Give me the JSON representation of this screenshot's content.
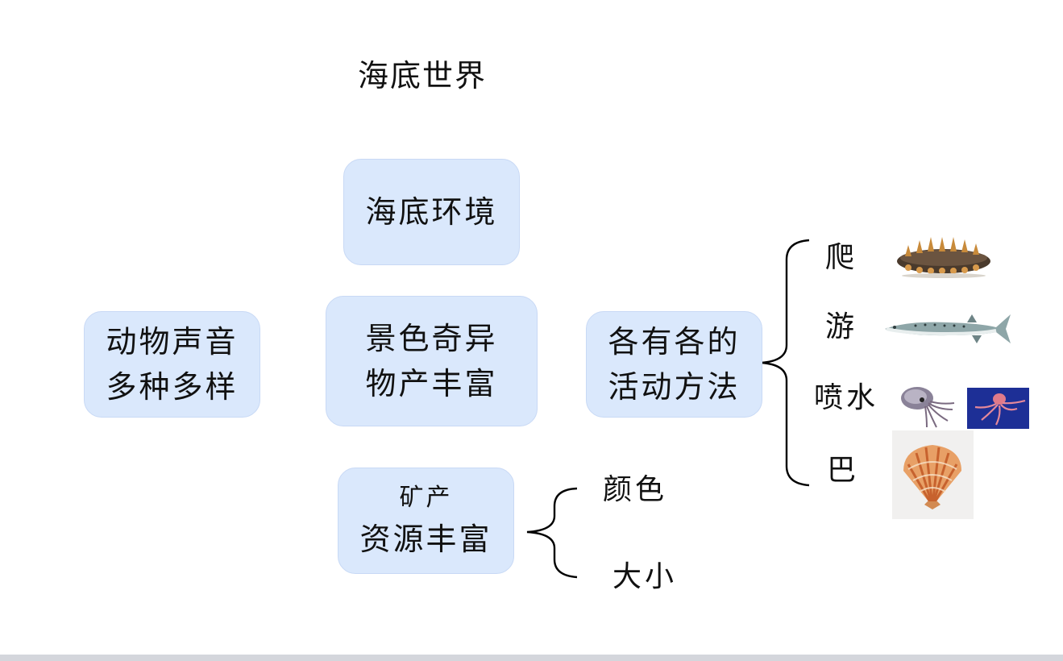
{
  "title": "海底世界",
  "nodes": {
    "environment": "海底环境",
    "center": [
      "景色奇异",
      "物产丰富"
    ],
    "sounds": [
      "动物声音",
      "多种多样"
    ],
    "activities": [
      "各有各的",
      "活动方法"
    ],
    "minerals": [
      "矿产",
      "资源丰富"
    ]
  },
  "activity_methods": [
    "爬",
    "游",
    "喷水",
    "巴"
  ],
  "mineral_traits": [
    "颜色",
    "大小"
  ],
  "images": [
    "sea-cucumber",
    "barracuda-fish",
    "squid",
    "octopus",
    "scallop-shell"
  ]
}
